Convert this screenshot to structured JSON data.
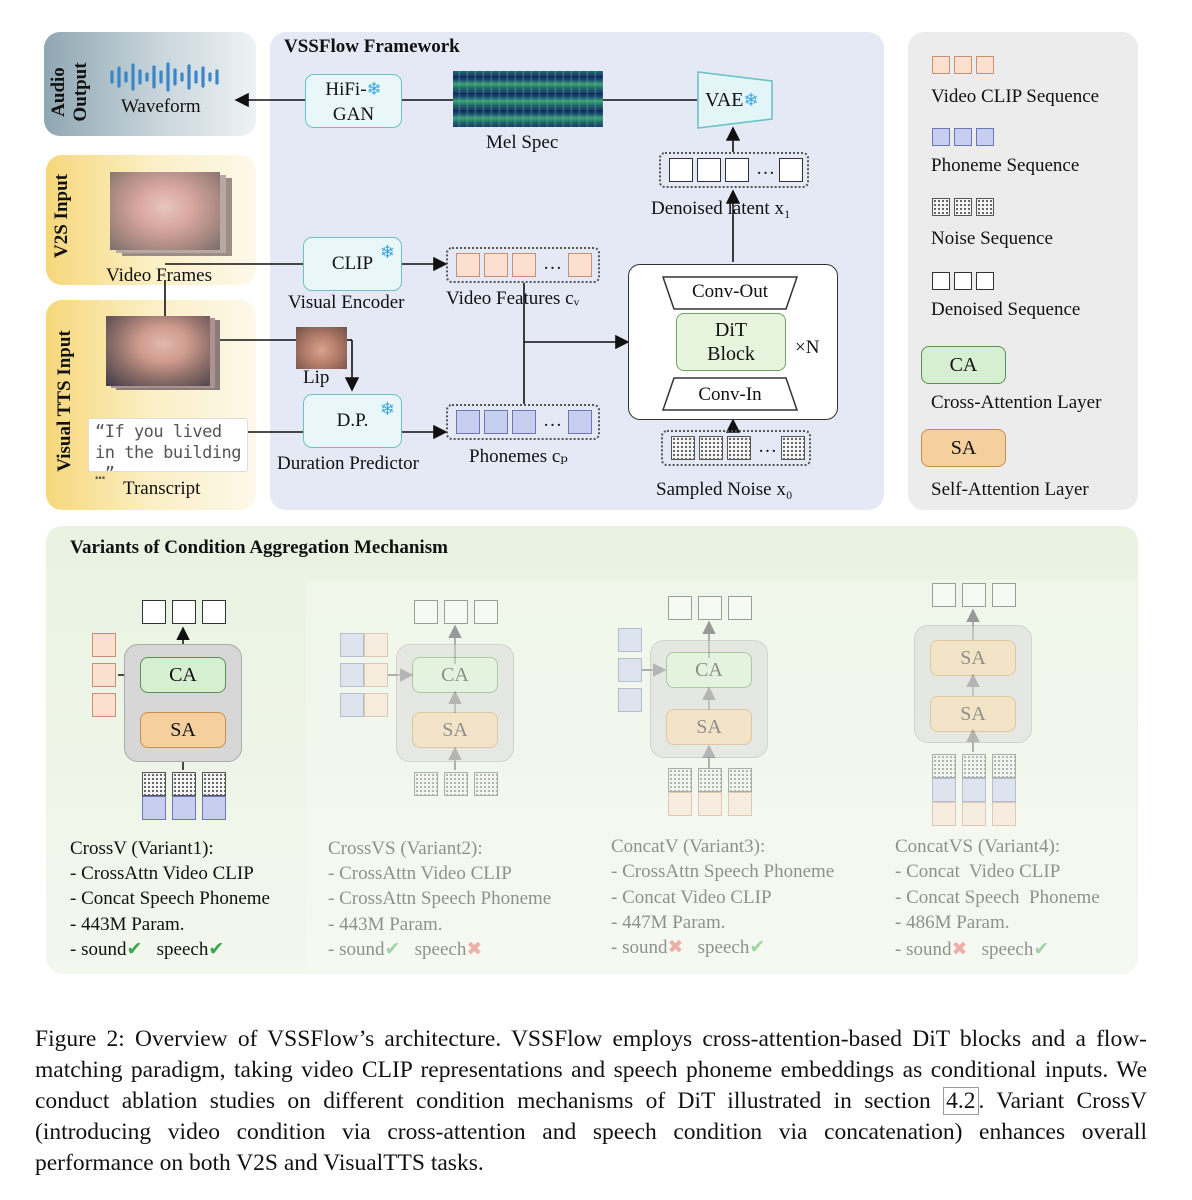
{
  "top": {
    "framework_title": "VSSFlow Framework",
    "audio_output_label": "Audio Output",
    "v2s_input_label": "V2S Input",
    "visual_tts_input_label": "Visual TTS Input",
    "waveform_label": "Waveform",
    "hifigan_label_1": "HiFi-",
    "hifigan_label_2": "GAN",
    "mel_spec_label": "Mel Spec",
    "vae_label": "VAE",
    "denoised_latent_label": "Denoised latent x₁",
    "clip_label": "CLIP",
    "visual_encoder_label": "Visual Encoder",
    "video_frames_label": "Video Frames",
    "video_features_label": "Video Features cᵥ",
    "lip_label": "Lip",
    "dp_label": "D.P.",
    "duration_predictor_label": "Duration Predictor",
    "phonemes_label": "Phonemes cₚ",
    "transcript_quote": "“If you lived in the building …”",
    "transcript_label": "Transcript",
    "conv_out_label": "Conv-Out",
    "dit_block_label_1": "DiT",
    "dit_block_label_2": "Block",
    "repeat_label": "×N",
    "conv_in_label": "Conv-In",
    "sampled_noise_label": "Sampled Noise x₀",
    "ellipsis": "…",
    "snowflake": "❄"
  },
  "legend": {
    "video_clip_sequence": "Video CLIP Sequence",
    "phoneme_sequence": "Phoneme Sequence",
    "noise_sequence": "Noise Sequence",
    "denoised_sequence": "Denoised Sequence",
    "ca_short": "CA",
    "ca_long": "Cross-Attention Layer",
    "sa_short": "SA",
    "sa_long": "Self-Attention   Layer"
  },
  "variants": {
    "title": "Variants of Condition Aggregation Mechanism",
    "items": [
      {
        "name": "CrossV (Variant1):",
        "line1": "- CrossAttn Video CLIP",
        "line2": "- Concat Speech Phoneme",
        "param": "- 443M Param.",
        "sound": "- sound",
        "sound_mark": "✔",
        "speech": "speech",
        "speech_mark": "✔",
        "m1": "CA",
        "m2": "SA"
      },
      {
        "name": "CrossVS (Variant2):",
        "line1": "- CrossAttn Video CLIP",
        "line2": "- CrossAttn Speech Phoneme",
        "param": "- 443M Param.",
        "sound": "- sound",
        "sound_mark": "✔",
        "speech": "speech",
        "speech_mark": "✖",
        "m1": "CA",
        "m2": "SA"
      },
      {
        "name": "ConcatV (Variant3):",
        "line1": "- CrossAttn Speech Phoneme",
        "line2": "- Concat Video CLIP",
        "param": "- 447M Param.",
        "sound": "- sound",
        "sound_mark": "✖",
        "speech": "speech",
        "speech_mark": "✔",
        "m1": "CA",
        "m2": "SA"
      },
      {
        "name": "ConcatVS (Variant4):",
        "line1": "- Concat  Video CLIP",
        "line2": "- Concat Speech  Phoneme",
        "param": "- 486M Param.",
        "sound": "- sound",
        "sound_mark": "✖",
        "speech": "speech",
        "speech_mark": "✔",
        "m1": "SA",
        "m2": "SA"
      }
    ]
  },
  "caption": {
    "part1": "Figure 2: Overview of VSSFlow’s architecture. VSSFlow employs cross-attention-based DiT blocks and a flow-matching paradigm, taking video CLIP representations and speech phoneme embeddings as conditional inputs. We conduct ablation studies on different condition mechanisms of DiT illustrated in section ",
    "ref": "4.2",
    "part2": ". Variant CrossV (introducing video condition via cross-attention and speech condition via concatenation) enhances overall performance on both V2S and VisualTTS tasks."
  },
  "colors": {
    "framework_bg": "#e6eaf6",
    "audio_output_bg": "#a9bcc5",
    "input_bg": "#fbedbb",
    "legend_bg": "#ededed",
    "variants_bg": "#eef4e6",
    "ca_fill": "#d6efd0",
    "sa_fill": "#f6cf9e",
    "video_token": "#fbe0cf",
    "phoneme_token": "#c6cff0",
    "encoder_fill": "#e9f7f8",
    "snowflake": "#37a7e0"
  }
}
